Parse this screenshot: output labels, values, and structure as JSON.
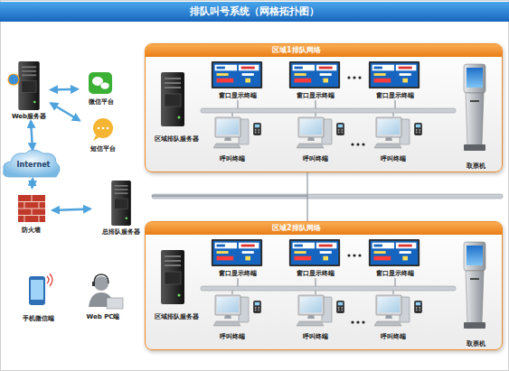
{
  "diagram": {
    "title": "排队叫号系统（网格拓扑图）",
    "nodes": [
      {
        "text": [
          "Web服务器"
        ]
      },
      {
        "text": [
          "微信平台"
        ]
      },
      {
        "text": [
          "短信平台"
        ]
      },
      {
        "text": [
          "Internet"
        ]
      },
      {
        "text": [
          "防火墙"
        ]
      },
      {
        "text": [
          "总排队服务器"
        ]
      },
      {
        "text": [
          "手机微信端"
        ]
      },
      {
        "text": [
          "Web PC端"
        ]
      },
      {
        "text": [
          "区域1排队网络"
        ]
      },
      {
        "text": [
          "区域排队服务器"
        ],
        "in": 8
      },
      {
        "text": [
          "窗口显示终端"
        ],
        "in": 8
      },
      {
        "text": [
          "窗口显示终端"
        ],
        "in": 8
      },
      {
        "text": [
          "窗口显示终端"
        ],
        "in": 8
      },
      {
        "text": [
          "取票机"
        ],
        "in": 8
      },
      {
        "text": [
          "呼叫终端"
        ],
        "in": 8
      },
      {
        "text": [
          "呼叫终端"
        ],
        "in": 8
      },
      {
        "text": [
          "呼叫终端"
        ],
        "in": 8
      },
      {
        "text": [
          "区域2排队网络"
        ]
      },
      {
        "text": [
          "区域排队服务器"
        ],
        "in": 17
      },
      {
        "text": [
          "窗口显示终端"
        ],
        "in": 17
      },
      {
        "text": [
          "窗口显示终端"
        ],
        "in": 17
      },
      {
        "text": [
          "窗口显示终端"
        ],
        "in": 17
      },
      {
        "text": [
          "取票机"
        ],
        "in": 17
      },
      {
        "text": [
          "呼叫终端"
        ],
        "in": 17
      },
      {
        "text": [
          "呼叫终端"
        ],
        "in": 17
      },
      {
        "text": [
          "呼叫终端"
        ],
        "in": 17
      }
    ],
    "edges": [
      {
        "from": 0,
        "to": 1,
        "arrow": "both"
      },
      {
        "from": 0,
        "to": 2,
        "arrow": "both"
      },
      {
        "from": 0,
        "to": 3,
        "arrow": "both"
      },
      {
        "from": 3,
        "to": 4,
        "arrow": "both"
      },
      {
        "from": 4,
        "to": 5,
        "arrow": "both"
      },
      {
        "from": 5,
        "to": 8,
        "arrow": "none"
      },
      {
        "from": 5,
        "to": 17,
        "arrow": "none"
      },
      {
        "from": 9,
        "to": 10,
        "arrow": "none"
      },
      {
        "from": 9,
        "to": 11,
        "arrow": "none"
      },
      {
        "from": 9,
        "to": 12,
        "arrow": "none"
      },
      {
        "from": 9,
        "to": 13,
        "arrow": "none"
      },
      {
        "from": 9,
        "to": 14,
        "arrow": "none"
      },
      {
        "from": 9,
        "to": 15,
        "arrow": "none"
      },
      {
        "from": 9,
        "to": 16,
        "arrow": "none"
      },
      {
        "from": 18,
        "to": 19,
        "arrow": "none"
      },
      {
        "from": 18,
        "to": 20,
        "arrow": "none"
      },
      {
        "from": 18,
        "to": 21,
        "arrow": "none"
      },
      {
        "from": 18,
        "to": 22,
        "arrow": "none"
      },
      {
        "from": 18,
        "to": 23,
        "arrow": "none"
      },
      {
        "from": 18,
        "to": 24,
        "arrow": "none"
      },
      {
        "from": 18,
        "to": 25,
        "arrow": "none"
      }
    ]
  }
}
